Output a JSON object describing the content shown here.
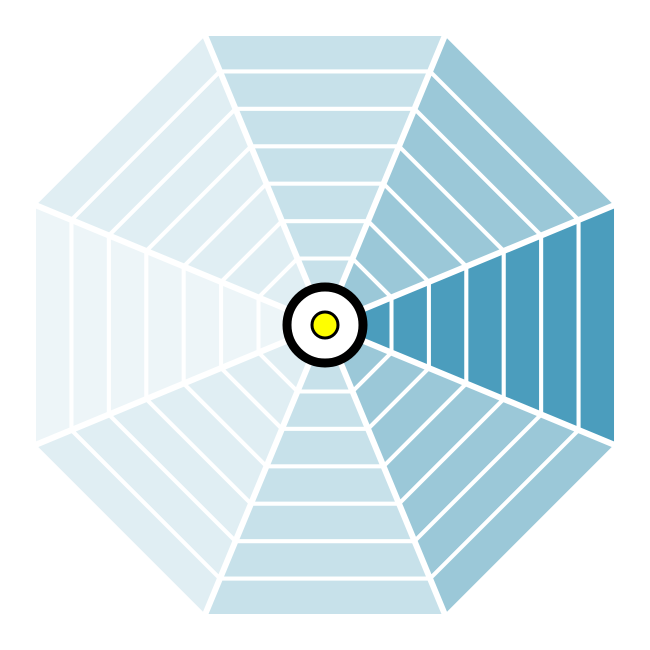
{
  "board": {
    "background": "#ffffff",
    "grid_line_color": "#ffffff",
    "sectors": [
      {
        "id": "east",
        "color": "#4b9dbd"
      },
      {
        "id": "south-east",
        "color": "#9bc8d8"
      },
      {
        "id": "south",
        "color": "#c7e1ea"
      },
      {
        "id": "south-west",
        "color": "#e0eef3"
      },
      {
        "id": "west",
        "color": "#edf5f8"
      },
      {
        "id": "north-west",
        "color": "#e0eef3"
      },
      {
        "id": "north",
        "color": "#c7e1ea"
      },
      {
        "id": "north-east",
        "color": "#9bc8d8"
      }
    ],
    "rings_per_sector": 7,
    "center": {
      "marker_color": "#ffff00",
      "outline_color": "#000000"
    }
  }
}
